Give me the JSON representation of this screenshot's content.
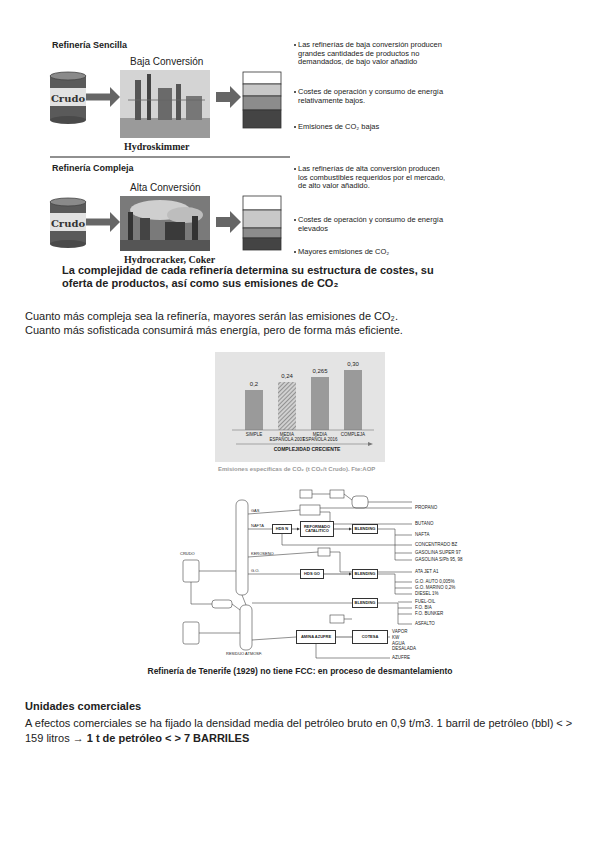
{
  "diagram": {
    "nodes": [
      {
        "text": [
          "Crudo"
        ]
      },
      {
        "text": [
          "Baja Conversión",
          "Hydroskimmer"
        ]
      },
      {
        "text": [
          "Crudo"
        ]
      },
      {
        "text": [
          "Alta Conversión",
          "Hydrocracker, Coker"
        ]
      },
      {
        "text": [
          "REFORMADO CATALITICO"
        ]
      },
      {
        "text": [
          "HDS N"
        ]
      },
      {
        "text": [
          "HDS GO"
        ]
      },
      {
        "text": [
          "BLENDING"
        ]
      },
      {
        "text": [
          "BLENDING"
        ]
      },
      {
        "text": [
          "BLENDING"
        ]
      },
      {
        "text": [
          "AMINA AZUFRE"
        ]
      },
      {
        "text": [
          "COTESA"
        ]
      }
    ],
    "edges": [
      {
        "from": 0,
        "to": 1,
        "arrow": "to"
      },
      {
        "from": 2,
        "to": 3,
        "arrow": "to"
      },
      {
        "from": 5,
        "to": 4,
        "arrow": "to"
      },
      {
        "from": 4,
        "to": 7,
        "arrow": "to"
      },
      {
        "from": 6,
        "to": 8,
        "arrow": "to"
      },
      {
        "from": 10,
        "to": 11,
        "arrow": "none"
      }
    ],
    "labels": [
      "Refinería Sencilla",
      "Las refinerías de baja conversión producen grandes cantidades de productos no demandados, de bajo valor añadido",
      "Costes de operación y consumo de energía relativamente bajos.",
      "Emisiones de CO₂ bajas",
      "Refinería Compleja",
      "Las refinerías de alta conversión producen los combustibles requeridos por el mercado, de alto valor añadido.",
      "Costes de operación y consumo de energía elevados",
      "Mayores emisiones de CO₂",
      "La complejidad de cada refinería determina su estructura de costes, su oferta de productos, así como sus emisiones de CO₂",
      "Cuanto más compleja sea la refinería, mayores serán las emisiones de CO₂.",
      "Cuanto más sofisticada consumirá más energía, pero de forma más eficiente.",
      "0,2",
      "0,24",
      "0,265",
      "0,30",
      "SIMPLE",
      "MEDIA ESPAÑOLA 2007",
      "MEDIA ESPAÑOLA 2016",
      "COMPLEJA",
      "COMPLEJIDAD CRECIENTE",
      "Emisiones específicas de CO₂ (t CO₂/t Crudo). Fte:AOP",
      "PROPANO",
      "BUTANO",
      "NAFTA",
      "CONCENTRADO BZ",
      "GASOLINA SUPER 97",
      "GASOLINA S/Pb 95, 98",
      "ATA JET A1",
      "G.O. AUTO 0,005%",
      "G.O. MARINO 0,2%",
      "DIESEL 1%",
      "FUEL-OIL",
      "F.O. BIA",
      "F.O. BUNKER",
      "ASFALTO",
      "VAPOR",
      "KW",
      "AGUA DESALADA",
      "AZUFRE",
      "GAS",
      "NAFTA",
      "KEROSENO",
      "G.O.",
      "RESIDUO ATMOSF.",
      "CRUDO",
      "Refinería de Tenerife (1929) no tiene FCC: en proceso de desmantelamiento",
      "Unidades comerciales",
      "A efectos comerciales se ha fijado la densidad media del petróleo bruto en 0,9 t/m3. 1 barril de petróleo (bbl) < > 159 litros →",
      "1 t de petróleo < > 7 BARRILES"
    ]
  }
}
